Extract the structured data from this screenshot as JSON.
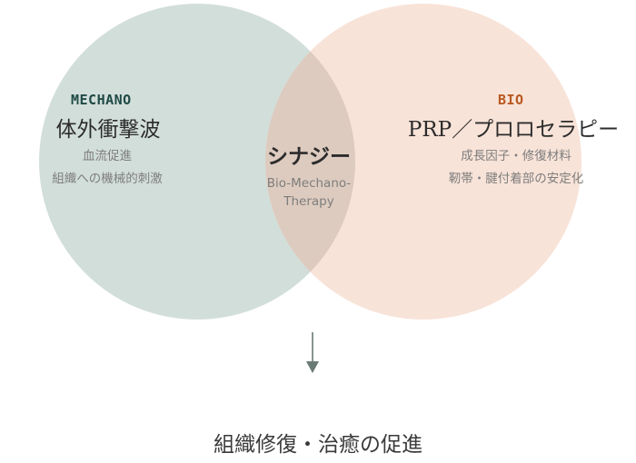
{
  "diagram": {
    "colors": {
      "mechano_fill": "#d2deda",
      "bio_fill": "#f8e3d8",
      "overlap_fill": "#ddcbbf",
      "mechano_accent": "#1f4a45",
      "bio_accent": "#b9581f",
      "arrow": "#6b7a74"
    },
    "mechano": {
      "eyebrow": "MECHANO",
      "title": "体外衝撃波",
      "points": [
        "血流促進",
        "組織への機械的刺激"
      ]
    },
    "bio": {
      "eyebrow": "BIO",
      "title": "PRP／プロロセラピー",
      "points": [
        "成長因子・修復材料",
        "靭帯・腱付着部の安定化"
      ]
    },
    "synergy": {
      "title": "シナジー",
      "subtitle_lines": [
        "Bio-Mechano-",
        "Therapy"
      ]
    },
    "arrow_icon": "down-arrow-icon",
    "result": "組織修復・治癒の促進"
  }
}
